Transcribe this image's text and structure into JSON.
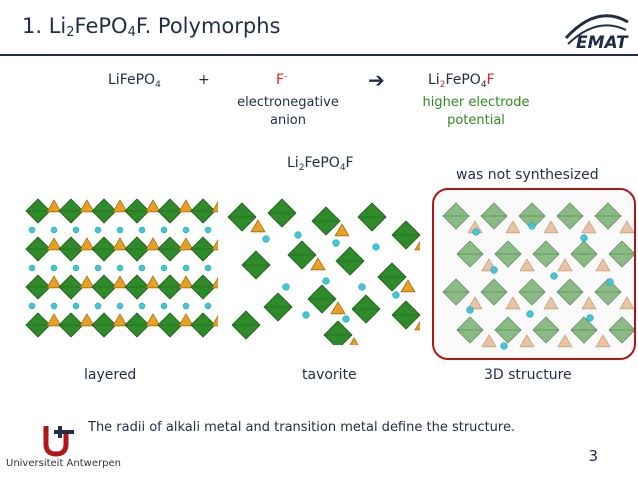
{
  "slide": {
    "title_prefix": "1. Li",
    "title_sub1": "2",
    "title_mid": "FePO",
    "title_sub2": "4",
    "title_suffix": "F. Polymorphs",
    "page_number": "3"
  },
  "equation": {
    "reactant1_prefix": "LiFePO",
    "reactant1_sub": "4",
    "plus": "+",
    "reactant2": "F",
    "reactant2_sup": "-",
    "arrow": "➔",
    "product_prefix": "Li",
    "product_sub1": "2",
    "product_mid": "FePO",
    "product_sub2": "4",
    "product_suffix": "F",
    "note_anion_line1": "electronegative",
    "note_anion_line2": "anion",
    "note_product_line1": "higher electrode",
    "note_product_line2": "potential"
  },
  "structures": {
    "heading_prefix": "Li",
    "heading_sub1": "2",
    "heading_mid": "FePO",
    "heading_sub2": "4",
    "heading_suffix": "F",
    "not_synthesized": "was not synthesized",
    "captions": [
      "layered",
      "tavorite",
      "3D structure"
    ]
  },
  "footer": {
    "statement": "The radii of alkali metal and transition metal define  the structure.",
    "university": "Universiteit Antwerpen"
  },
  "colors": {
    "navy": "#1f2d4a",
    "red": "#e02020",
    "green": "#2e8b1e",
    "octahedron": "#2f8a2a",
    "tetrahedron": "#e8a020",
    "lithium": "#3cc8d8",
    "box_border": "#b01616"
  },
  "icons": [
    "emat-logo-icon",
    "university-antwerpen-logo-icon"
  ]
}
